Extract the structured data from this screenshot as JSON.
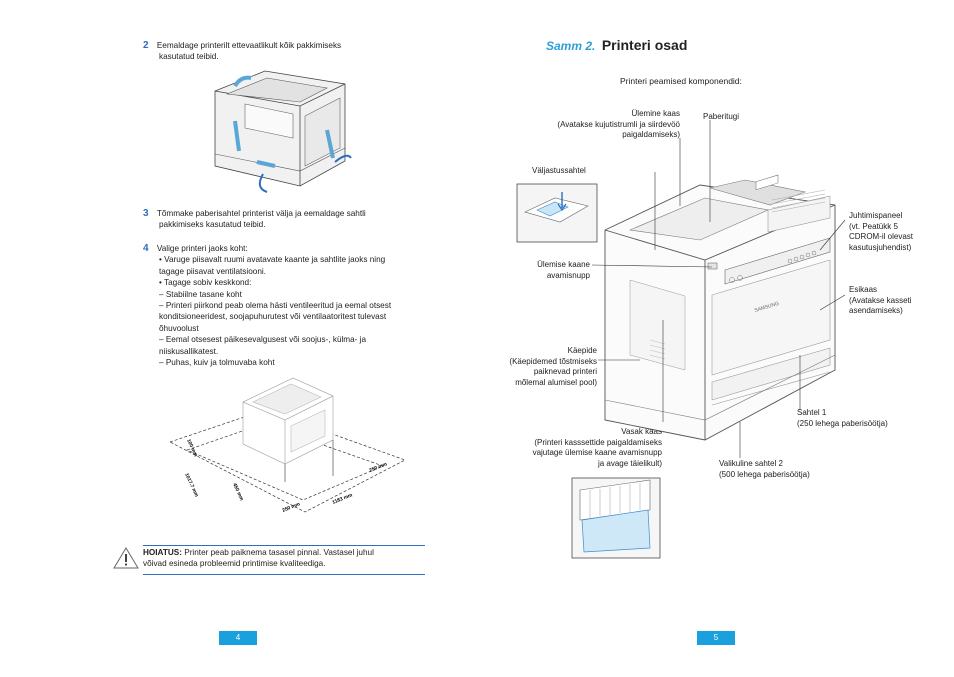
{
  "left": {
    "step2": {
      "num": "2",
      "lines": [
        "Eemaldage printerilt ettevaatlikult kõik pakkimiseks",
        "kasutatud teibid."
      ]
    },
    "step3": {
      "num": "3",
      "lines": [
        "Tõmmake paberisahtel printerist välja ja eemaldage sahtli",
        "pakkimiseks kasutatud teibid."
      ]
    },
    "step4": {
      "num": "4",
      "lines": [
        "Valige printeri jaoks koht:",
        "• Varuge piisavalt ruumi avatavate kaante ja sahtlite jaoks ning",
        "tagage piisavat ventilatsiooni.",
        "• Tagage sobiv keskkond:",
        "– Stabiilne tasane koht",
        "– Printeri piirkond peab olema hästi ventileeritud ja eemal otsest",
        "konditsioneeridest, soojapuhurutest või ventilaatoritest tulevast",
        "õhuvoolust",
        "– Eemal otsesest päikesevalgusest või soojus-, külma- ja",
        "niiskusallikatest.",
        "– Puhas, kuiv ja tolmuvaba koht"
      ]
    },
    "dimensions": {
      "d1": "100 mm",
      "d2": "1017.7 mm",
      "d3": "450 mm",
      "d4": "250 mm",
      "d5": "1183 mm",
      "d6": "250 mm"
    },
    "warning": {
      "label": "HOIATUS:",
      "line1": " Printer peab paiknema tasasel pinnal. Vastasel juhul",
      "line2": "võivad esineda probleemid printimise kvaliteediga."
    },
    "page_number": "4"
  },
  "right": {
    "step_label": "Samm 2.",
    "title": "Printeri osad",
    "subtitle": "Printeri peamised komponendid:",
    "printer_logo": "SAMSUNG",
    "callouts": {
      "top_cover": [
        "Ülemine kaas",
        "(Avatakse kujutistrumli ja siirdevöö",
        "paigaldamiseks)"
      ],
      "paper_support": [
        "Paberitugi"
      ],
      "output_tray": [
        "Väljastussahtel"
      ],
      "top_cover_release": [
        "Ülemise kaane",
        "avamisnupp"
      ],
      "handles": [
        "Käepide",
        "(Käepidemed tõstmiseks",
        "paiknevad printeri",
        "mõlemal alumisel pool)"
      ],
      "left_cover": [
        "Vasak kaas",
        "(Printeri kasssettide paigaldamiseks",
        "vajutage ülemise kaane avamisnupp",
        "ja avage täielikult)"
      ],
      "control_panel": [
        "Juhtimispaneel",
        "(vt. Peatükk 5",
        "CDROM-il olevast",
        "kasutusjuhendist)"
      ],
      "front_cover": [
        "Esikaas",
        "(Avatakse kasseti",
        "asendamiseks)"
      ],
      "tray1": [
        "Sahtel 1",
        "(250 lehega paberisöötja)"
      ],
      "tray2": [
        "Valikuline sahtel 2",
        "(500 lehega paberisöötja)"
      ]
    },
    "page_number": "5"
  }
}
